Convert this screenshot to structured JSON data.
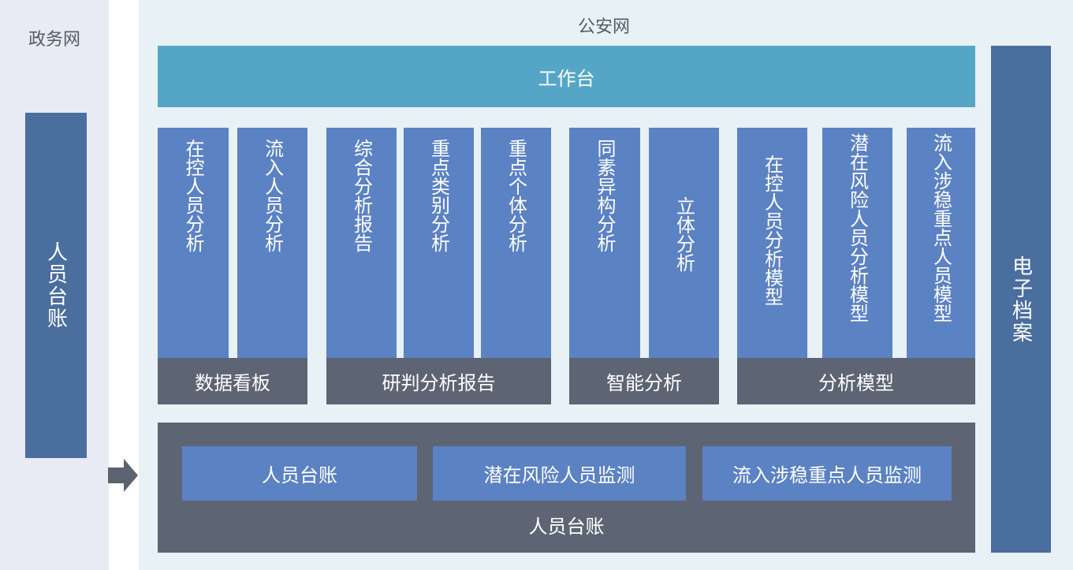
{
  "left_zone": {
    "title": "政务网",
    "ledger_label": "人员台账"
  },
  "right_zone": {
    "title": "公安网"
  },
  "workbench": {
    "label": "工作台"
  },
  "archive": {
    "label": "电子档案"
  },
  "groups": [
    {
      "label": "数据看板",
      "tiles": [
        "在控人员分析",
        "流入人员分析"
      ]
    },
    {
      "label": "研判分析报告",
      "tiles": [
        "综合分析报告",
        "重点类别分析",
        "重点个体分析"
      ]
    },
    {
      "label": "智能分析",
      "tiles": [
        "同素异构分析",
        "立体分析"
      ]
    },
    {
      "label": "分析模型",
      "tiles": [
        "在控人员分析模型",
        "潜在风险人员分析模型",
        "流入涉稳重点人员模型"
      ]
    }
  ],
  "ledger_panel": {
    "label": "人员台账",
    "items": [
      "人员台账",
      "潜在风险人员监测",
      "流入涉稳重点人员监测"
    ]
  },
  "colors": {
    "tile_blue": "#5b82c3",
    "bar_blue": "#4a6e9e",
    "workbench_teal": "#55a6c6",
    "label_gray": "#5d6473",
    "arrow_gray": "#5b6270"
  }
}
